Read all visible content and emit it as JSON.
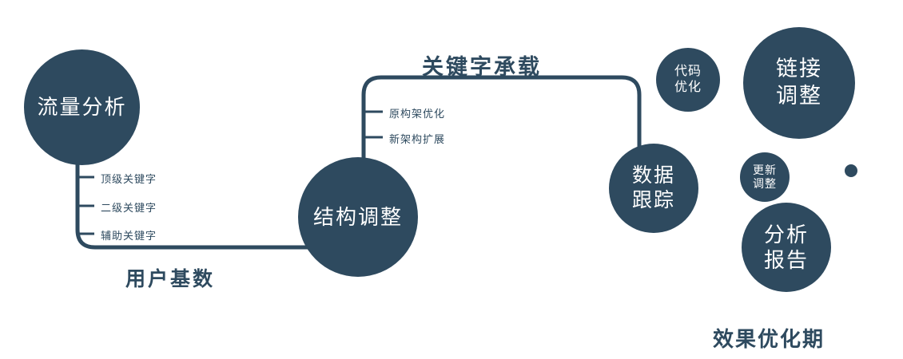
{
  "diagram": {
    "nodes": {
      "traffic": {
        "label": "流量分析"
      },
      "structure": {
        "label": "结构调整"
      },
      "tracking": {
        "line1": "数据",
        "line2": "跟踪"
      },
      "code": {
        "line1": "代码",
        "line2": "优化"
      },
      "link": {
        "line1": "链接",
        "line2": "调整"
      },
      "update": {
        "line1": "更新",
        "line2": "调整"
      },
      "report": {
        "line1": "分析",
        "line2": "报告"
      }
    },
    "edge_labels": {
      "user_base": "用户基数",
      "keyword_carry": "关键字承载"
    },
    "ticks_left": [
      "顶级关键字",
      "二级关键字",
      "辅助关键字"
    ],
    "ticks_middle": [
      "原构架优化",
      "新架构扩展"
    ],
    "footer": "效果优化期",
    "colors": {
      "node_fill": "#2e4a5f",
      "node_text": "#ffffff",
      "line": "#2e4a5f",
      "background": "#ffffff"
    }
  }
}
